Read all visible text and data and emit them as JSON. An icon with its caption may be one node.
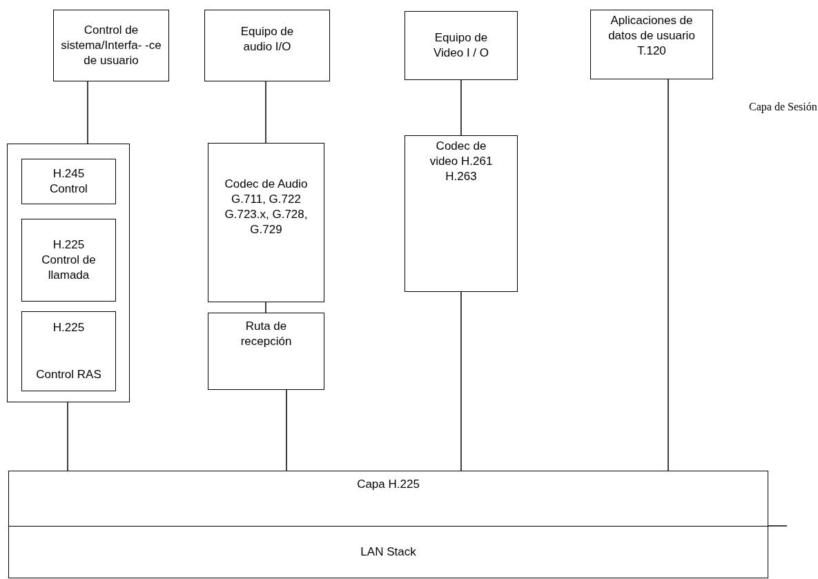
{
  "diagram": {
    "nodes": [
      {
        "text": [
          "Control de sistema/Interfa- -ce de usuario"
        ]
      },
      {
        "text": [
          "Equipo de audio I/O"
        ]
      },
      {
        "text": [
          "Equipo de Video I / O"
        ]
      },
      {
        "text": [
          "Aplicaciones de datos de usuario T.120"
        ]
      },
      {
        "text": [],
        "shape": "box"
      },
      {
        "text": [
          "H.245 Control"
        ],
        "in": 4
      },
      {
        "text": [
          "H.225 Control de llamada"
        ],
        "in": 4
      },
      {
        "text": [
          "H.225",
          "Control RAS"
        ],
        "in": 4
      },
      {
        "text": [
          "Codec de Audio G.711, G.722 G.723.x, G.728, G.729"
        ]
      },
      {
        "text": [
          "Ruta de recepción"
        ]
      },
      {
        "text": [
          "Codec de video H.261 H.263"
        ]
      },
      {
        "text": [
          "Capa H.225"
        ]
      },
      {
        "text": [
          "LAN Stack"
        ]
      }
    ],
    "edges": [
      {
        "from": 0,
        "to": 4,
        "arrow": "none"
      },
      {
        "from": 1,
        "to": 8,
        "arrow": "none"
      },
      {
        "from": 2,
        "to": 10,
        "arrow": "none"
      },
      {
        "from": 3,
        "to": 11,
        "arrow": "none"
      },
      {
        "from": 4,
        "to": 11,
        "arrow": "none"
      },
      {
        "from": 8,
        "to": 9,
        "arrow": "none"
      },
      {
        "from": 9,
        "to": 11,
        "arrow": "none"
      },
      {
        "from": 10,
        "to": 11,
        "arrow": "none"
      }
    ],
    "labels": [
      "Capa de Sesión"
    ]
  }
}
